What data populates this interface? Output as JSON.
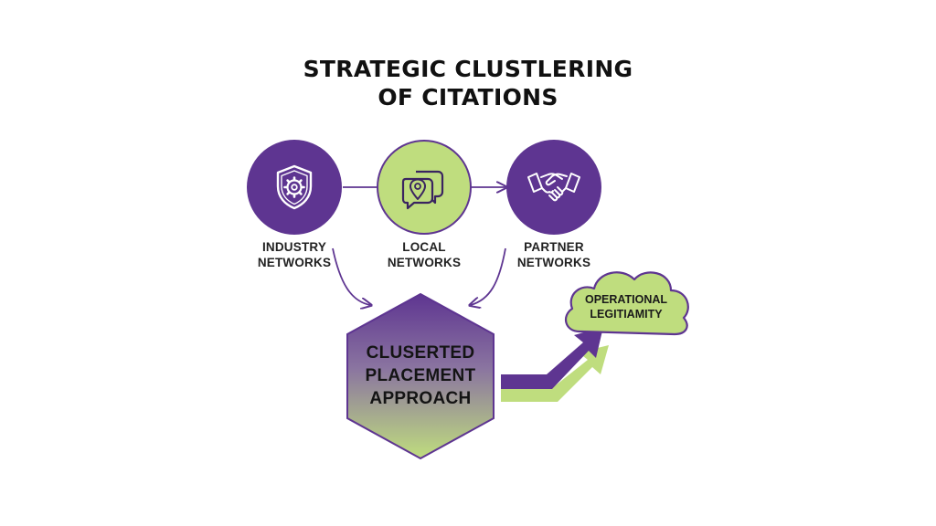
{
  "title": {
    "line1": "STRATEGIC CLUSTLERING",
    "line2": "OF CITATIONS"
  },
  "nodes": [
    {
      "id": "industry",
      "label_line1": "INDUSTRY",
      "label_line2": "NETWORKS",
      "icon": "shield-gear-icon",
      "color": "#5e3591"
    },
    {
      "id": "local",
      "label_line1": "LOCAL",
      "label_line2": "NETWORKS",
      "icon": "chat-location-icon",
      "color": "#bfdd7e"
    },
    {
      "id": "partner",
      "label_line1": "PARTNER",
      "label_line2": "NETWORKS",
      "icon": "handshake-icon",
      "color": "#5e3591"
    }
  ],
  "center": {
    "line1": "CLUSERTED",
    "line2": "PLACEMENT",
    "line3": "APPROACH"
  },
  "outcome": {
    "line1": "OPERATIONAL",
    "line2": "LEGITIAMITY"
  },
  "colors": {
    "purple": "#5e3591",
    "green": "#bfdd7e",
    "text": "#111111"
  }
}
